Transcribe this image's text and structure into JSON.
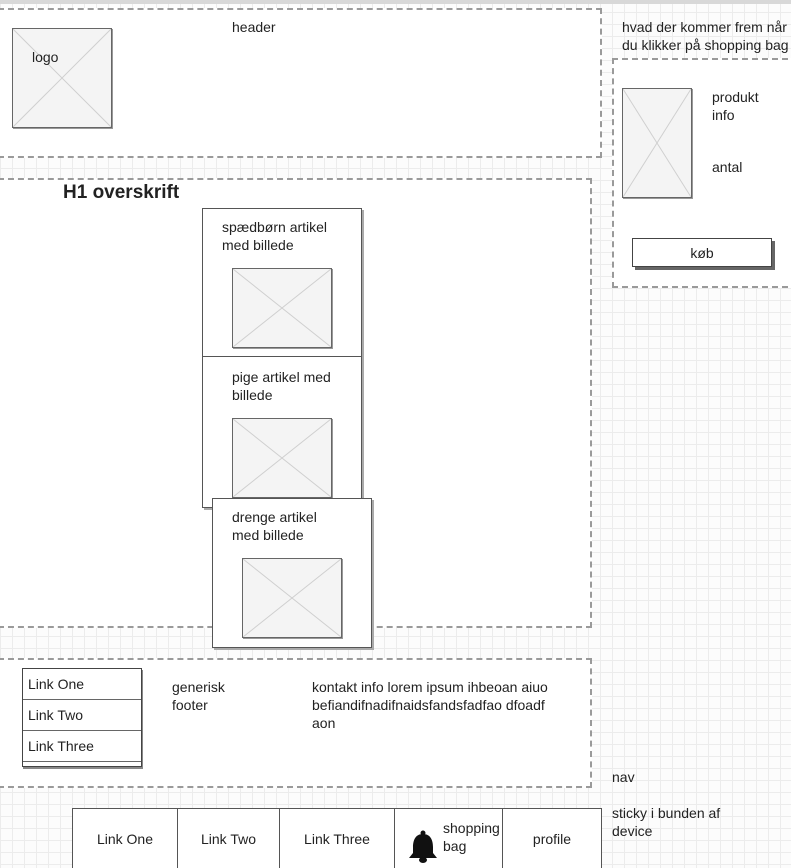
{
  "header": {
    "label": "header",
    "logo_label": "logo"
  },
  "cart_panel": {
    "note": "hvad der kommer frem når du klikker på shopping bag",
    "product_info": "produkt info",
    "quantity": "antal",
    "buy_label": "køb"
  },
  "main": {
    "title": "H1 overskrift",
    "articles": [
      {
        "label": "spædbørn artikel med billede"
      },
      {
        "label": "pige artikel med billede"
      },
      {
        "label": "drenge artikel med billede"
      }
    ]
  },
  "footer": {
    "links": [
      "Link One",
      "Link Two",
      "Link Three"
    ],
    "generic_label": "generisk footer",
    "contact_text": "kontakt info lorem ipsum ihbeoan aiuobefiandifnadifnaidsfandsfadfao dfoadfaon"
  },
  "nav": {
    "label": "nav",
    "sticky_note": "sticky i bunden af device",
    "items": [
      "Link One",
      "Link Two",
      "Link Three"
    ],
    "shopping_bag_label": "shopping bag",
    "shopping_bag_icon": "bell-icon",
    "profile_label": "profile"
  },
  "colors": {
    "line": "#555555",
    "dashed": "#9a9a9a",
    "image_fill": "#f4f4f4"
  }
}
